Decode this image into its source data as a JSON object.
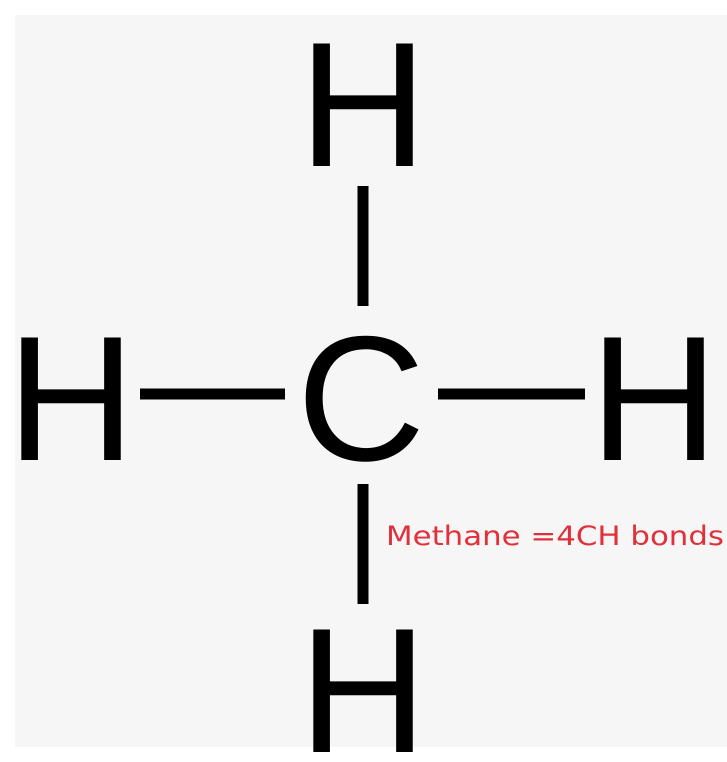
{
  "molecule": {
    "atoms": {
      "top": "H",
      "left": "H",
      "center": "C",
      "right": "H",
      "bottom": "H"
    },
    "caption": "Methane =4CH bonds"
  },
  "colors": {
    "background": "#f6f6f6",
    "atom_and_bond": "#000000",
    "caption": "#e0303a"
  }
}
